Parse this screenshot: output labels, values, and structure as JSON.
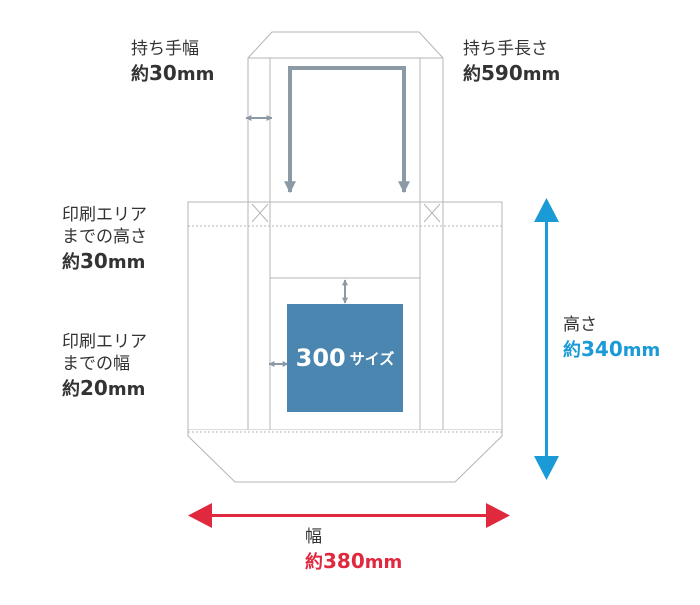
{
  "colors": {
    "outline": "#b5b5b5",
    "inner_arrow": "#8c9aa6",
    "print_area": "#4a86b0",
    "height_arrow": "#1a9ad6",
    "width_arrow": "#e0283e"
  },
  "handle_width": {
    "title": "持ち手幅",
    "prefix": "約",
    "number": "30",
    "unit": "mm"
  },
  "handle_length": {
    "title": "持ち手長さ",
    "prefix": "約",
    "number": "590",
    "unit": "mm"
  },
  "print_top": {
    "line1": "印刷エリア",
    "line2": "までの高さ",
    "prefix": "約",
    "number": "30",
    "unit": "mm"
  },
  "print_side": {
    "line1": "印刷エリア",
    "line2": "までの幅",
    "prefix": "約",
    "number": "20",
    "unit": "mm"
  },
  "height": {
    "title": "高さ",
    "prefix": "約",
    "number": "340",
    "unit": "mm"
  },
  "width": {
    "title": "幅",
    "prefix": "約",
    "number": "380",
    "unit": "mm"
  },
  "print_area": {
    "number": "300",
    "suffix": "サイズ"
  }
}
